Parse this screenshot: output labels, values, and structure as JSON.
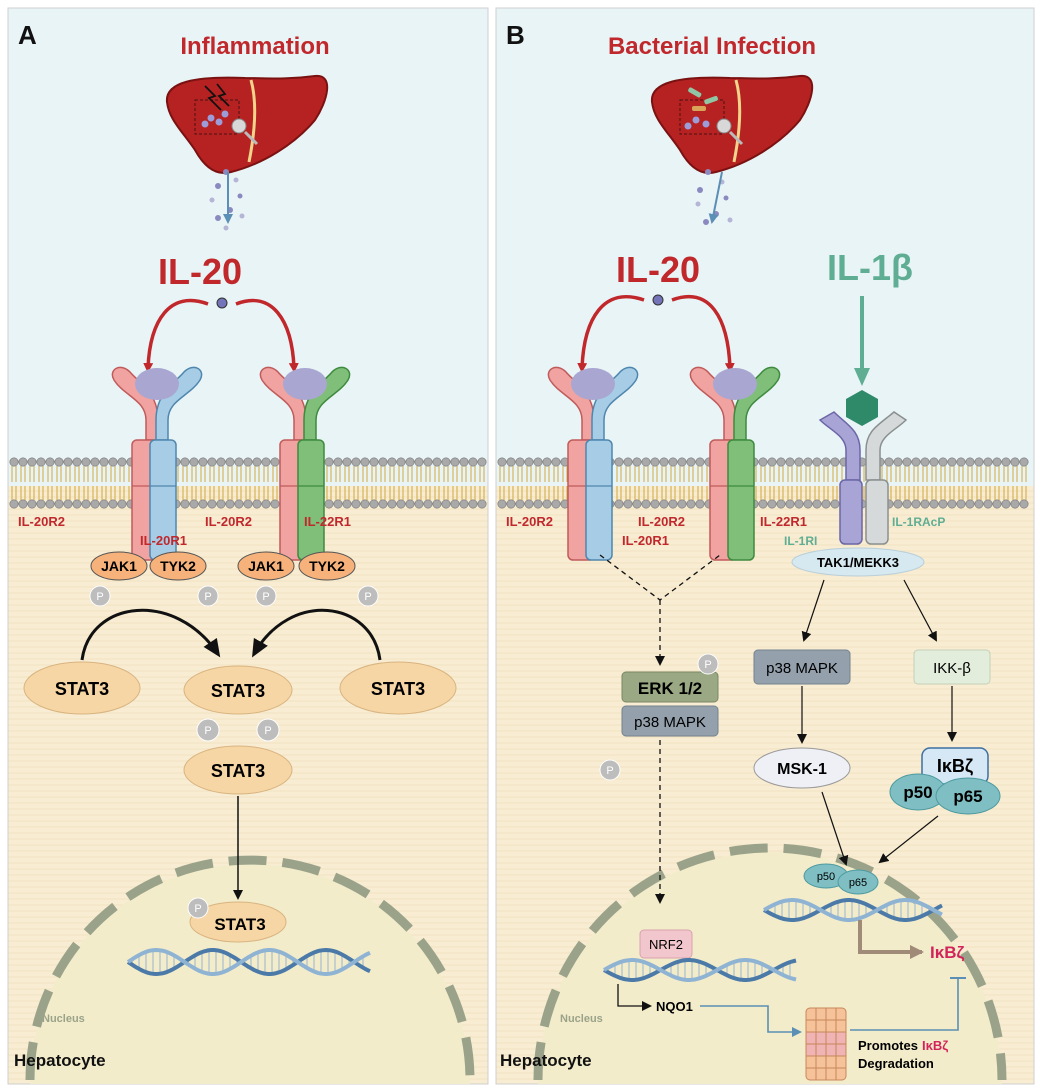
{
  "colors": {
    "title_red": "#c0282c",
    "il1b_teal": "#5fae93",
    "sky": "#e9f4f7",
    "cyto": "#f8ecd2",
    "nucleus": "#f3eccb",
    "nucleus_border": "#9aa38a",
    "stat3_fill": "#f7d6a5",
    "jak_fill": "#f6b27a",
    "phospho": "#b8b8b8",
    "erk_fill": "#9aa984",
    "p38_fill": "#94a1ad",
    "ikk_fill": "#e3eddc",
    "ikbz_fill": "#d6e8f5",
    "p50_fill": "#7fbfc3",
    "nrf2_fill": "#f1c7cd",
    "ikbz_text": "#d2245a",
    "receptor_red": "#f0a3a1",
    "receptor_blue": "#a7cde6",
    "receptor_green": "#7fbf7a",
    "receptor_purple": "#a9a4d6",
    "receptor_grey": "#d6d9d9"
  },
  "panel_a": {
    "letter": "A",
    "title": "Inflammation",
    "cytokine": "IL-20",
    "receptor_labels": [
      "IL-20R2",
      "IL-20R1",
      "IL-20R2",
      "IL-22R1"
    ],
    "kinases": [
      "JAK1",
      "TYK2",
      "JAK1",
      "TYK2"
    ],
    "phospho": "P",
    "stat3": "STAT3",
    "nucleus_label": "Nucleus",
    "cell_label": "Hepatocyte"
  },
  "panel_b": {
    "letter": "B",
    "title": "Bacterial Infection",
    "cytokine1": "IL-20",
    "cytokine2": "IL-1β",
    "receptor_labels": [
      "IL-20R2",
      "IL-20R1",
      "IL-20R2",
      "IL-22R1",
      "IL-1RI",
      "IL-1RAcP"
    ],
    "tak": "TAK1/MEKK3",
    "erk": "ERK 1/2",
    "p38_left": "p38 MAPK",
    "p38_right": "p38 MAPK",
    "ikk": "IKK-β",
    "msk": "MSK-1",
    "ikbz": "IκBζ",
    "p50": "p50",
    "p65": "p65",
    "nrf2": "NRF2",
    "nqo1": "NQO1",
    "ikbz_out": "IκBζ",
    "promotes": "Promotes",
    "degradation": "Degradation",
    "phospho": "P",
    "nucleus_label": "Nucleus",
    "cell_label": "Hepatocyte"
  }
}
